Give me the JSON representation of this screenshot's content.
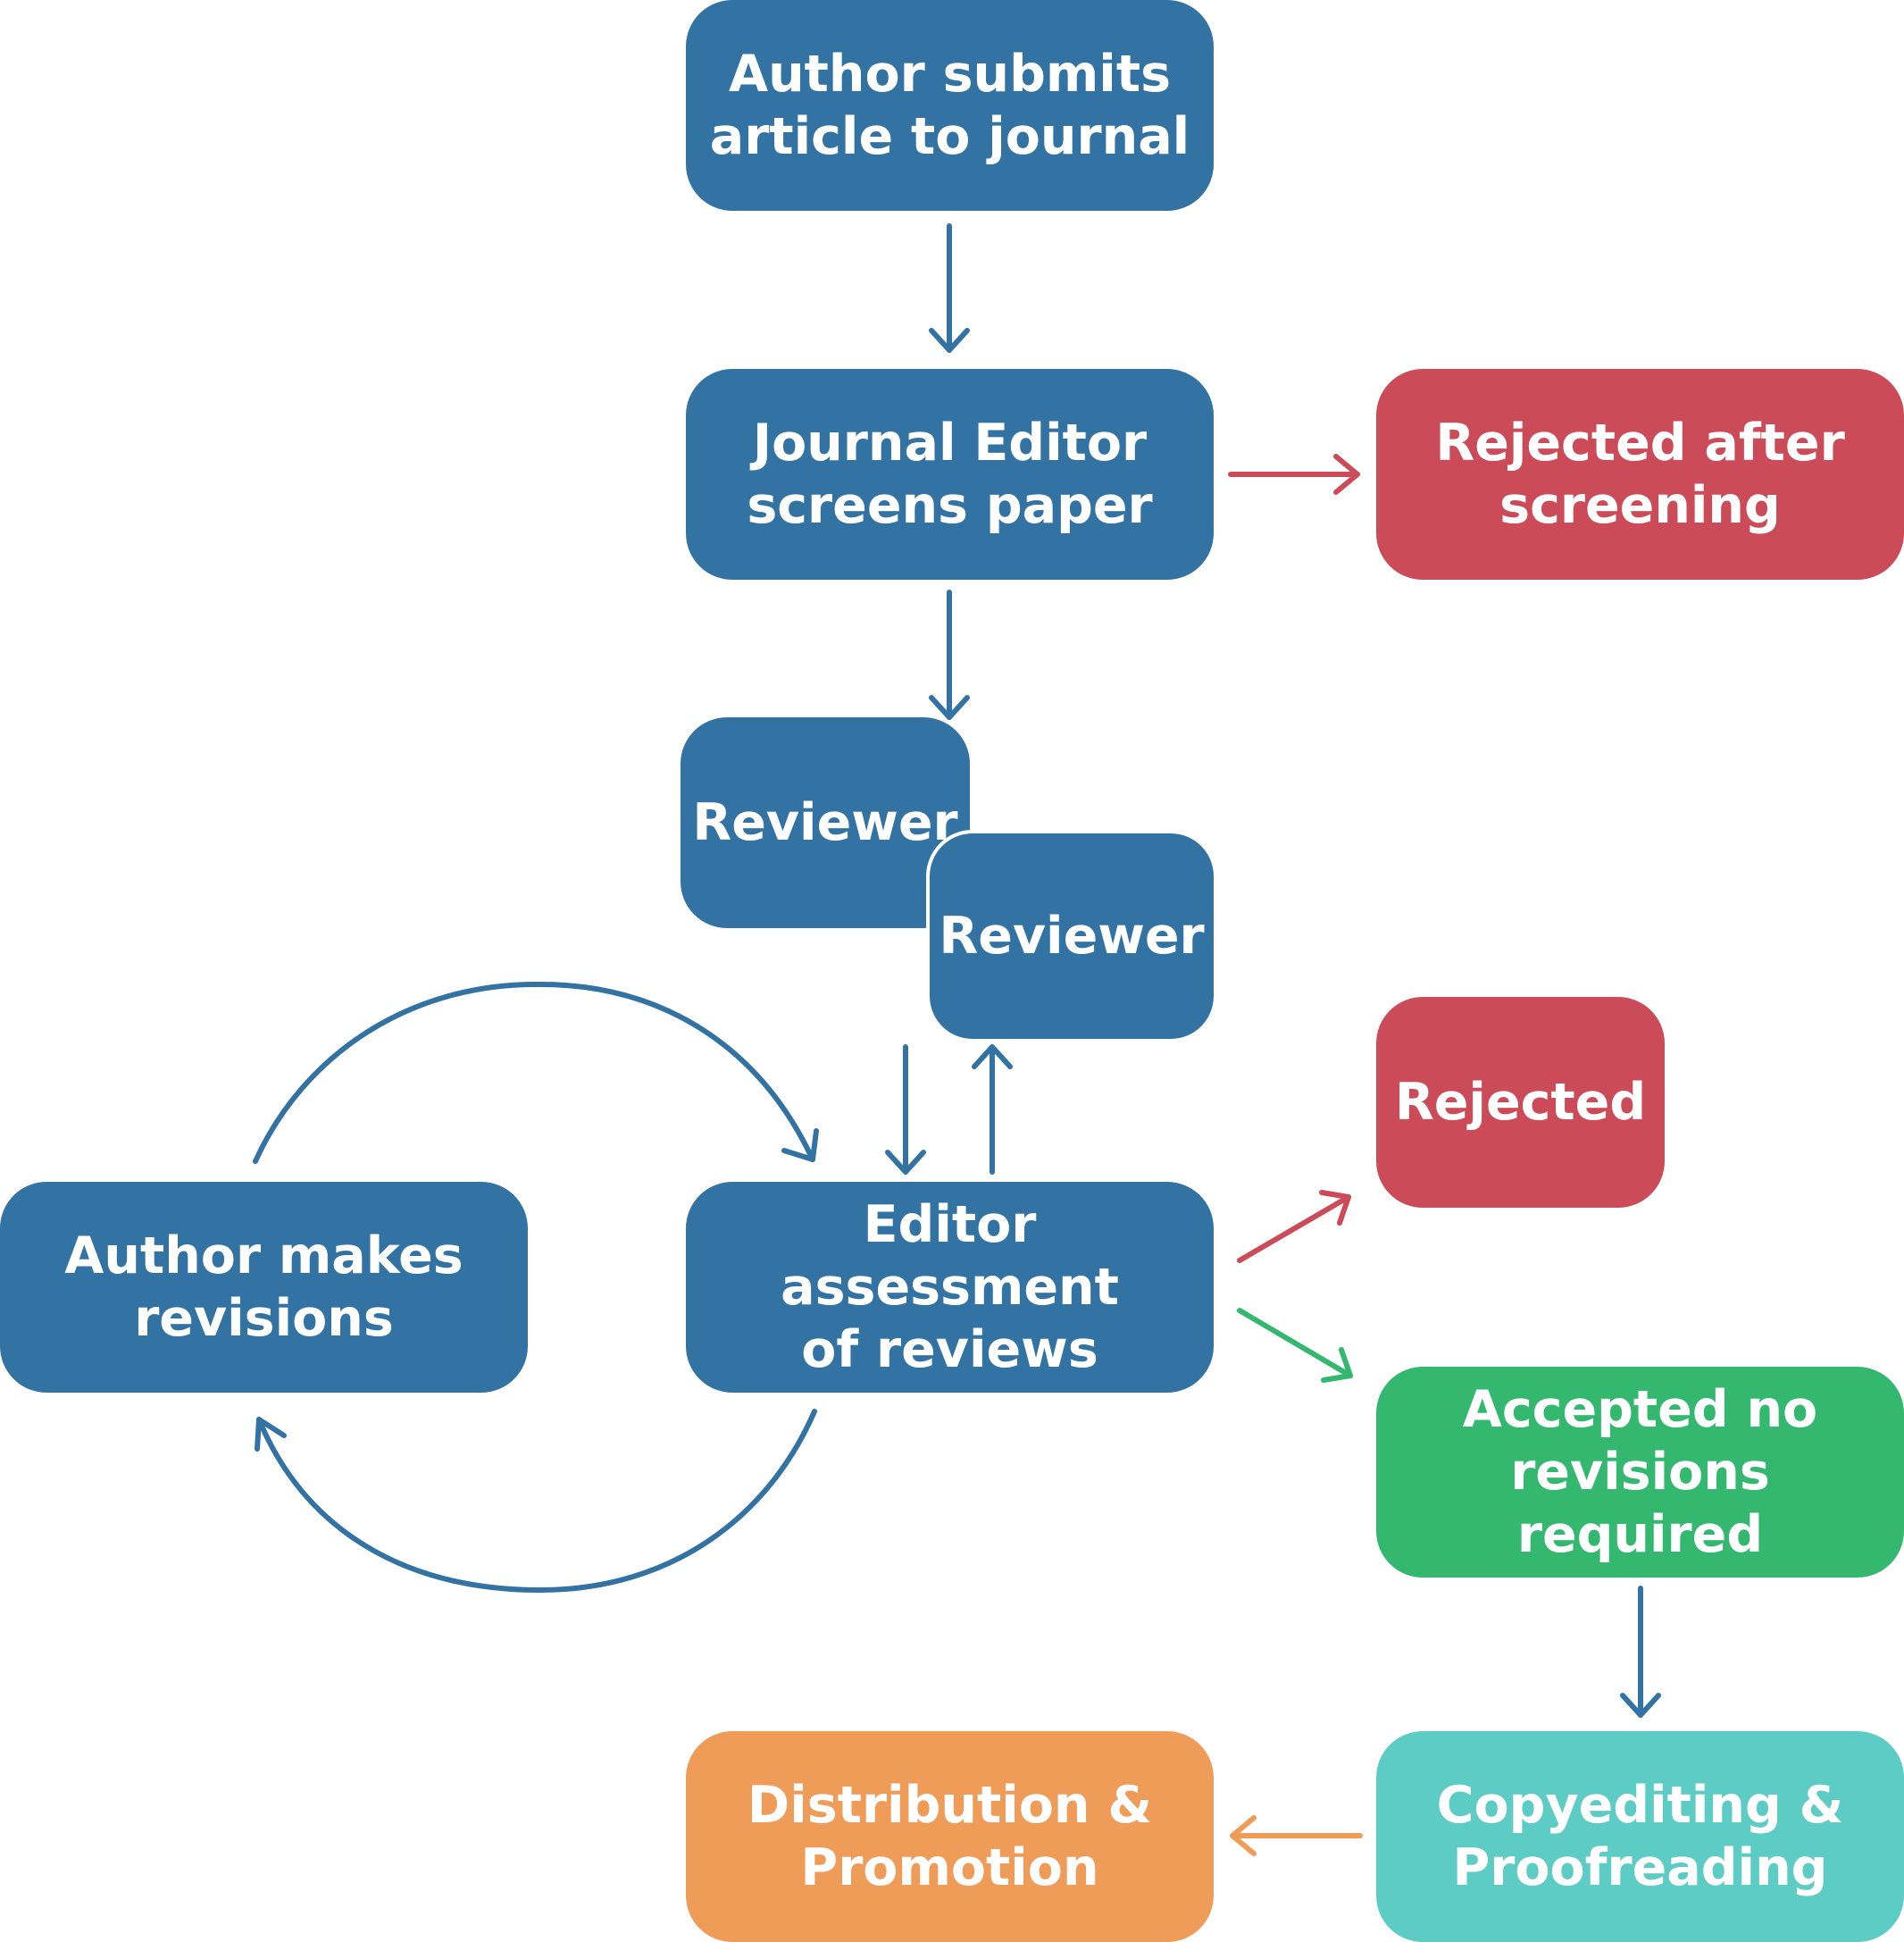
{
  "nodes": {
    "submit": "Author submits\narticle to journal",
    "screen": "Journal Editor\nscreens paper",
    "rejected_screening": "Rejected after\nscreening",
    "reviewer1": "Reviewer",
    "reviewer2": "Reviewer",
    "rejected": "Rejected",
    "revisions": "Author makes\nrevisions",
    "assessment": "Editor assessment\nof reviews",
    "accepted": "Accepted no\nrevisions required",
    "copyediting": "Copyediting &\nProofreading",
    "distribution": "Distribution &\nPromotion"
  },
  "colors": {
    "blue": "#3273a3",
    "red": "#cb4c58",
    "green": "#34b870",
    "teal": "#5dccc4",
    "orange": "#f09c59"
  }
}
